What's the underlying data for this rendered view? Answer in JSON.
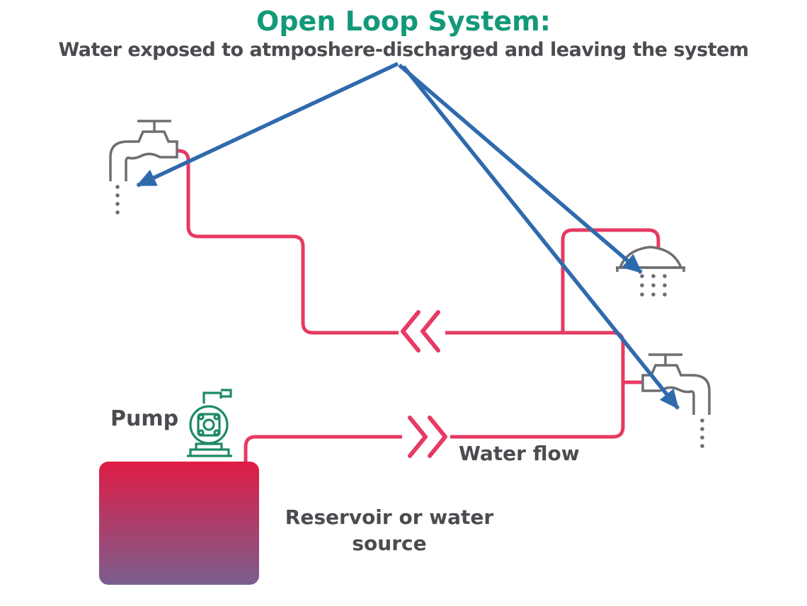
{
  "header": {
    "title": "Open Loop System:",
    "subtitle": "Water exposed to atmposhere-discharged and leaving the system"
  },
  "labels": {
    "pump": "Pump",
    "water_flow": "Water flow",
    "reservoir": "Reservoir or water source"
  },
  "colors": {
    "title_green": "#12997a",
    "text_gray": "#4b4b50",
    "pipe_red": "#e63a63",
    "arrow_blue": "#2f6aad",
    "fixture_gray": "#6e6e72",
    "pump_green": "#1e8a64",
    "reservoir_top": "#e01c45",
    "reservoir_bottom": "#7a5e8e"
  },
  "diagram": {
    "type": "open-loop-water-system",
    "nodes": [
      {
        "id": "tap-top-left",
        "type": "faucet",
        "discharges_to_atmosphere": true
      },
      {
        "id": "shower-head",
        "type": "shower",
        "discharges_to_atmosphere": true
      },
      {
        "id": "tap-bottom-right",
        "type": "faucet",
        "discharges_to_atmosphere": true
      },
      {
        "id": "pump",
        "type": "pump",
        "label": "Pump"
      },
      {
        "id": "reservoir",
        "type": "tank",
        "label": "Reservoir or water source"
      }
    ],
    "flows": [
      {
        "from": "reservoir",
        "via": "pump",
        "to": "fixtures",
        "label": "Water flow",
        "chevrons": ">> supply (rightward), << return (leftward)"
      }
    ],
    "discharge_pointers_from_subtitle": [
      "tap-top-left",
      "shower-head",
      "tap-bottom-right"
    ]
  }
}
